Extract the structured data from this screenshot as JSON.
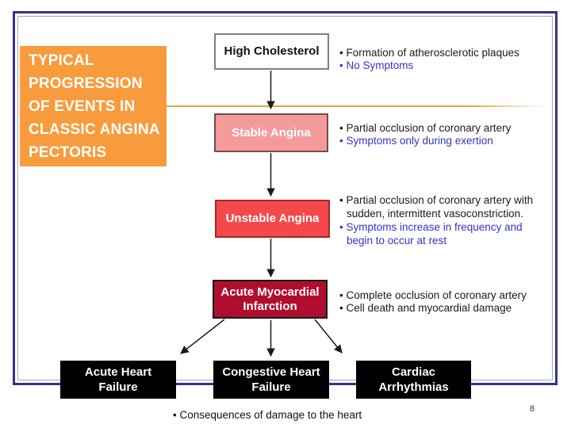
{
  "colors": {
    "frame_navy": "#323291",
    "frame_inner_gray": "#a5a5bd",
    "title_orange": "#F89B3C",
    "divider_orange": "#E2A649",
    "node_white": "#ffffff",
    "node_pink": "#F59A9A",
    "node_red": "#F4494B",
    "node_dark_red": "#B00E2F",
    "outcome_black": "#000000",
    "note_blue": "#3333CC",
    "note_black": "#1a1a1a"
  },
  "title": {
    "lines": [
      "TYPICAL",
      "PROGRESSION",
      "OF EVENTS IN",
      "CLASSIC ANGINA",
      "PECTORIS"
    ]
  },
  "nodes": {
    "high_cholesterol": "High Cholesterol",
    "stable_angina": "Stable Angina",
    "unstable_angina": "Unstable Angina",
    "ami": [
      "Acute Myocardial",
      "Infarction"
    ]
  },
  "notes": {
    "high_cholesterol": [
      "• Formation of atherosclerotic plaques",
      "• No Symptoms"
    ],
    "stable_angina": [
      "• Partial occlusion of coronary artery",
      "• Symptoms only during exertion"
    ],
    "unstable_angina": [
      "• Partial occlusion of coronary artery with",
      "sudden, intermittent vasoconstriction.",
      "• Symptoms increase in frequency and",
      "begin to occur at rest"
    ],
    "ami": [
      "• Complete occlusion of coronary artery",
      "• Cell death and myocardial damage"
    ]
  },
  "outcomes": [
    [
      "Acute Heart",
      "Failure"
    ],
    [
      "Congestive Heart",
      "Failure"
    ],
    [
      "Cardiac",
      "Arrhythmias"
    ]
  ],
  "footer": {
    "note": "• Consequences of damage to the heart"
  },
  "page_number": "8"
}
